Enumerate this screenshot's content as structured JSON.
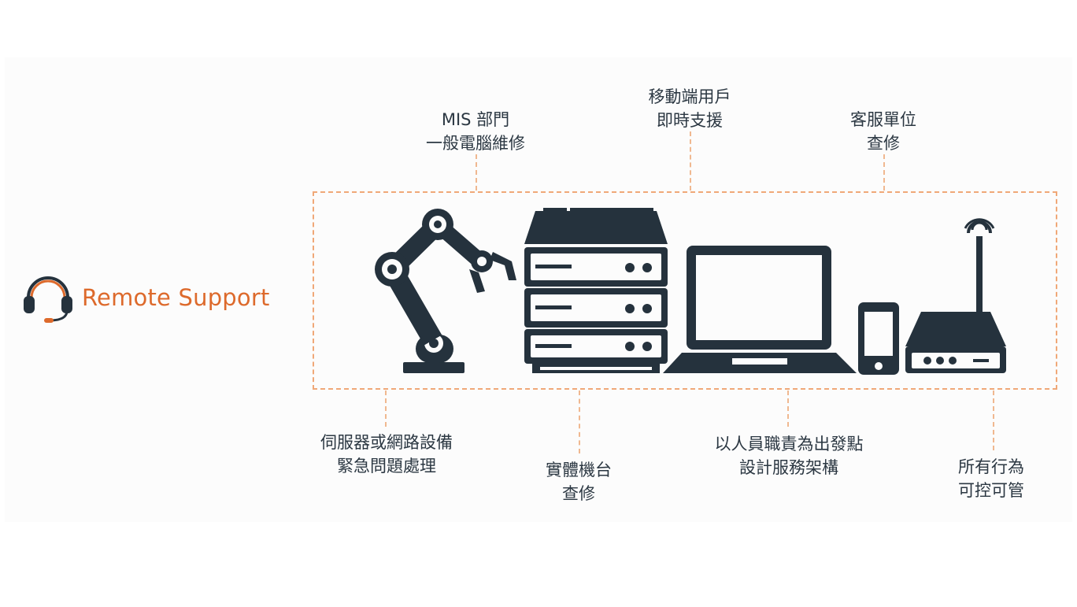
{
  "brand": {
    "name": "Remote Support",
    "icon": "headset-icon",
    "color": "#dd6a2c"
  },
  "top_labels": [
    {
      "line1": "MIS 部門",
      "line2": "一般電腦維修"
    },
    {
      "line1": "移動端用戶",
      "line2": "即時支援"
    },
    {
      "line1": "客服單位",
      "line2": "查修"
    }
  ],
  "bottom_labels": [
    {
      "line1": "伺服器或網路設備",
      "line2": "緊急問題處理"
    },
    {
      "line1": "實體機台",
      "line2": "查修"
    },
    {
      "line1": "以人員職責為出發點",
      "line2": "設計服務架構"
    },
    {
      "line1": "所有行為",
      "line2": "可控可管"
    }
  ],
  "devices": [
    "robot-arm-icon",
    "server-rack-icon",
    "laptop-icon",
    "smartphone-icon",
    "router-icon"
  ],
  "colors": {
    "device": "#25323d",
    "dash": "#f0a878",
    "text": "#2b3742"
  }
}
